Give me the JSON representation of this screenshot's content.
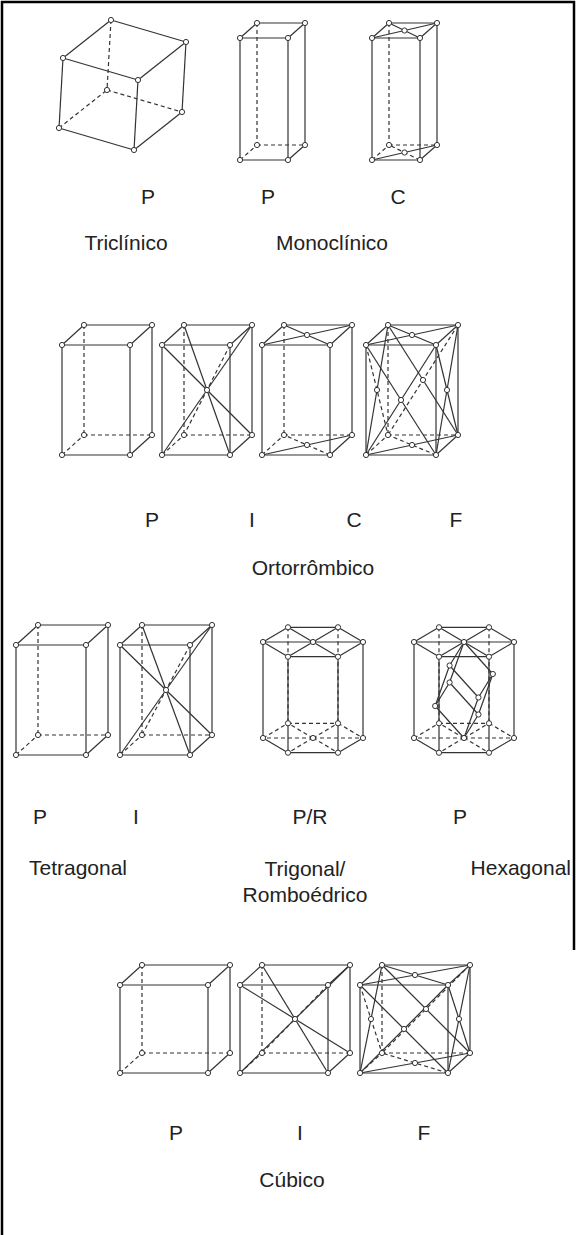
{
  "diagram": {
    "labels": [
      "P",
      "P",
      "C",
      "Triclínico",
      "Monoclínico",
      "P",
      "I",
      "C",
      "F",
      "Ortorrômbico",
      "P",
      "I",
      "P/R",
      "P",
      "Tetragonal",
      "Trigonal/ Romboédrico",
      "Hexagonal",
      "P",
      "I",
      "F",
      "Cúbico"
    ]
  }
}
